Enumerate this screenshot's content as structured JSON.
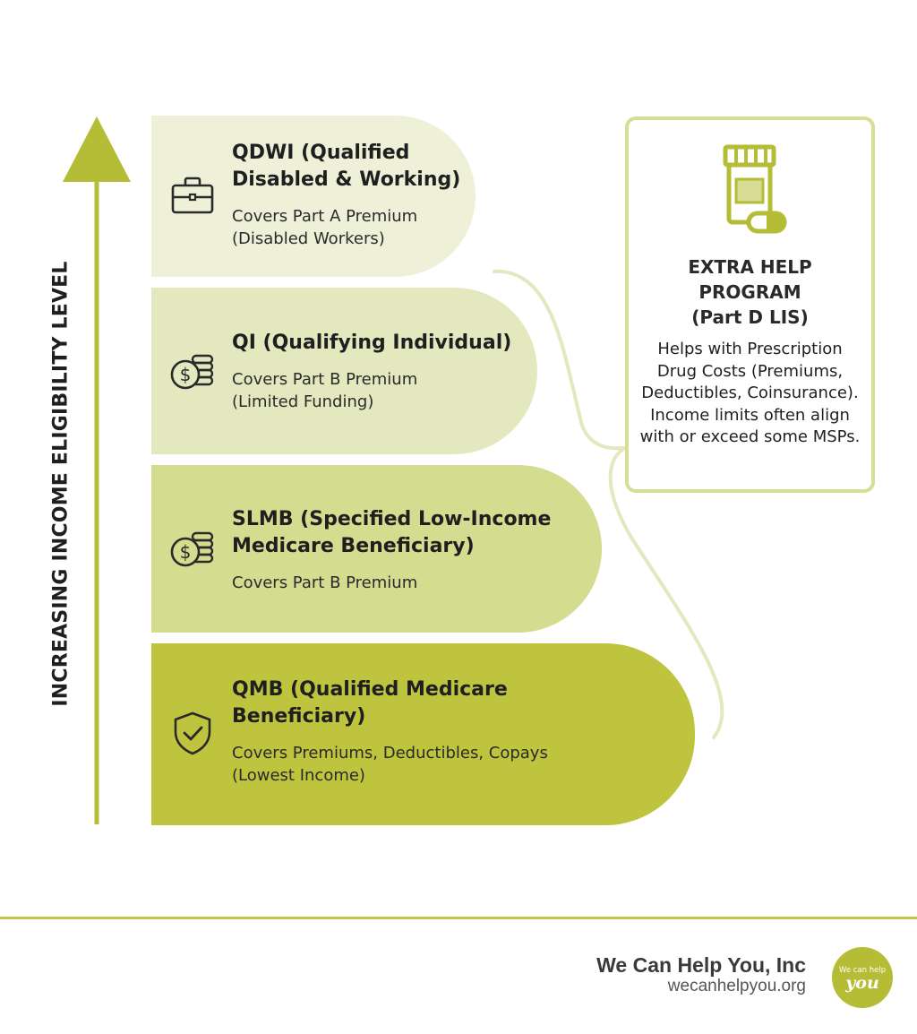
{
  "axis": {
    "label": "INCREASING INCOME ELIGIBILITY LEVEL"
  },
  "tiers": [
    {
      "title": "QDWI (Qualified\nDisabled & Working)",
      "description": "Covers Part A Premium\n(Disabled Workers)",
      "icon": "briefcase-icon"
    },
    {
      "title": "QI (Qualifying Individual)",
      "description": "Covers Part B Premium\n(Limited Funding)",
      "icon": "coins-icon"
    },
    {
      "title": "SLMB (Specified Low-Income\nMedicare Beneficiary)",
      "description": "Covers Part B Premium",
      "icon": "coins-icon"
    },
    {
      "title": "QMB (Qualified Medicare\nBeneficiary)",
      "description": "Covers Premiums, Deductibles, Copays\n(Lowest Income)",
      "icon": "shield-check-icon"
    }
  ],
  "extra_help": {
    "title": "EXTRA HELP\nPROGRAM\n(Part D LIS)",
    "description": "Helps with Prescription Drug Costs (Premiums, Deductibles, Coinsurance). Income limits often align with or exceed some MSPs.",
    "icon": "prescription-bottle-icon"
  },
  "footer": {
    "org_name": "We Can Help You, Inc",
    "url": "wecanhelpyou.org",
    "logo_text_top": "We can help",
    "logo_text_bottom": "you"
  },
  "colors": {
    "accent": "#b5bc35",
    "tier_1": "#eef0d8",
    "tier_2": "#e4e8bf",
    "tier_3": "#d4dc8f",
    "tier_4": "#bec43e",
    "box_border": "#d7dd95"
  }
}
